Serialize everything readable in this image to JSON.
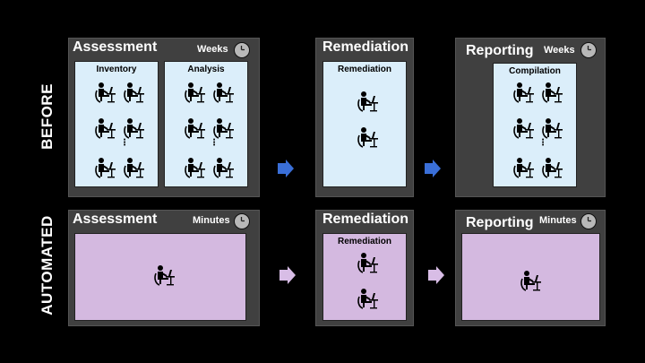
{
  "rows": {
    "before": "BEFORE",
    "automated": "AUTOMATED"
  },
  "before": {
    "assessment": {
      "title": "Assessment",
      "unit": "Weeks",
      "inventory": "Inventory",
      "analysis": "Analysis"
    },
    "remediation": {
      "title": "Remediation",
      "sub": "Remediation"
    },
    "reporting": {
      "title": "Reporting",
      "unit": "Weeks",
      "compilation": "Compilation"
    }
  },
  "automated": {
    "assessment": {
      "title": "Assessment",
      "unit": "Minutes"
    },
    "remediation": {
      "title": "Remediation",
      "sub": "Remediation"
    },
    "reporting": {
      "title": "Reporting",
      "unit": "Minutes"
    }
  },
  "ellipsis": "⋮",
  "colors": {
    "before_arrow": "#3a6fd8",
    "auto_arrow": "#d8bde6",
    "before_fill": "#dbeefa",
    "auto_fill": "#d4b9e0"
  }
}
